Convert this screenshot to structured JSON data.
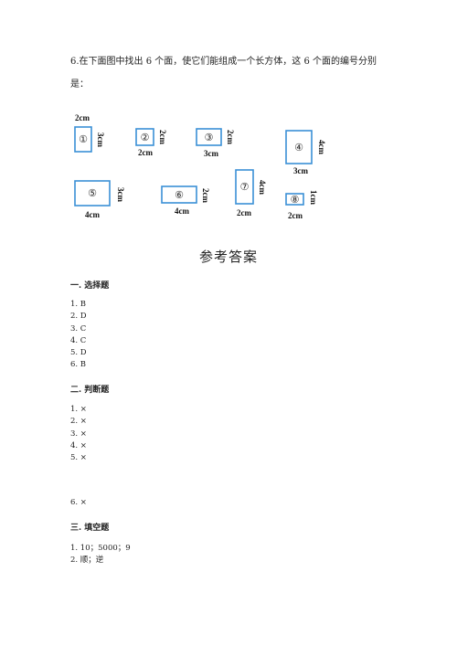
{
  "question": {
    "line1": "6.在下面图中找出 6 个面，使它们能组成一个长方体，这 6 个面的编号分别",
    "line2": "是："
  },
  "faces": [
    {
      "label": "①",
      "w": "2cm",
      "h": "3cm"
    },
    {
      "label": "②",
      "w": "2cm",
      "h": "2cm"
    },
    {
      "label": "③",
      "w": "3cm",
      "h": "2cm"
    },
    {
      "label": "④",
      "w": "3cm",
      "h": "4cm"
    },
    {
      "label": "⑤",
      "w": "4cm",
      "h": "3cm"
    },
    {
      "label": "⑥",
      "w": "4cm",
      "h": "2cm"
    },
    {
      "label": "⑦",
      "w": "2cm",
      "h": "4cm"
    },
    {
      "label": "⑧",
      "w": "2cm",
      "h": "1cm"
    }
  ],
  "colors": {
    "rect_stroke": "#3a8fd6"
  },
  "answer_title": "参考答案",
  "sections": [
    {
      "heading": "一. 选择题",
      "items": [
        "1. B",
        "2. D",
        "3. C",
        "4. C",
        "5. D",
        "6. B"
      ]
    },
    {
      "heading": "二. 判断题",
      "items": [
        "1. ×",
        "2. ×",
        "3. ×",
        "4. ×",
        "5. ×"
      ],
      "extra": "6. ×"
    },
    {
      "heading": "三. 填空题",
      "items": [
        "1. 10；5000；9",
        "2. 顺；逆"
      ]
    }
  ]
}
